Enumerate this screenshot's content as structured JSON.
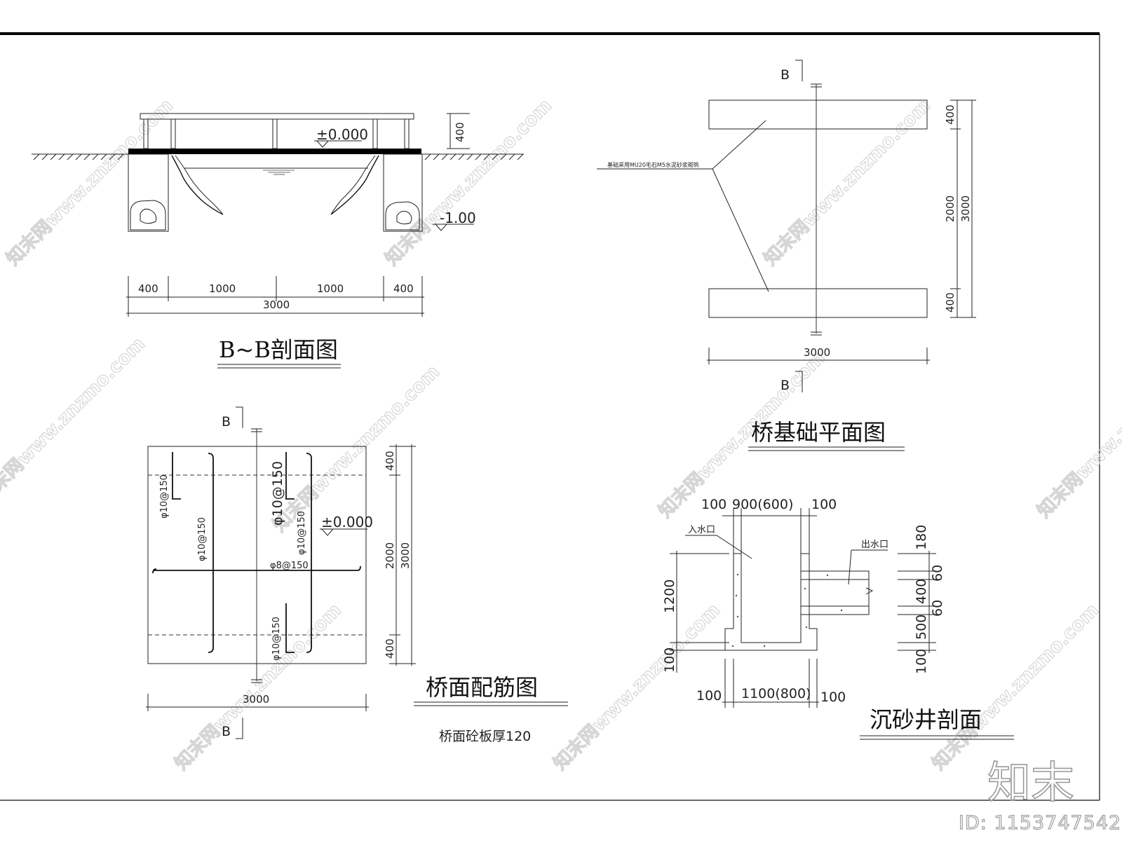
{
  "watermark": {
    "text": "知末网www.znzmo.com"
  },
  "branding": {
    "logo": "知末",
    "id_label": "ID: 1153747542"
  },
  "bb_section": {
    "title": "B~B剖面图",
    "elevation_top": "±0.000",
    "elevation_bottom": "-1.00",
    "dim_rail": "400",
    "dims_segments": [
      "400",
      "1000",
      "1000",
      "400"
    ],
    "dim_total": "3000"
  },
  "foundation_plan": {
    "title": "桥基础平面图",
    "section_mark_top": "B",
    "section_mark_bottom": "B",
    "note": "基础采用MU20毛石M5水泥砂浆砌筑",
    "dims_side": [
      "400",
      "2000",
      "400"
    ],
    "dim_side_total": "3000",
    "dim_bottom": "3000"
  },
  "rebar_plan": {
    "title": "桥面配筋图",
    "subtitle": "桥面砼板厚120",
    "section_mark_top": "B",
    "section_mark_bottom": "B",
    "elevation": "±0.000",
    "rebar_labels": [
      "φ10@150",
      "φ10@150",
      "φ10@150",
      "φ10@150",
      "φ8@150",
      "φ10@150"
    ],
    "dims_side": [
      "400",
      "2000",
      "400"
    ],
    "dim_side_total": "3000",
    "dim_bottom": "3000"
  },
  "sand_well": {
    "title": "沉砂井剖面",
    "inlet_label": "入水口",
    "outlet_label": "出水口",
    "dims_top": [
      "100",
      "900(600)",
      "100"
    ],
    "dims_bottom": [
      "100",
      "1100(800)",
      "100"
    ],
    "dim_left_height": "1200",
    "dim_left_bottom": "100",
    "dims_right": [
      "180",
      "60",
      "400",
      "60",
      "500",
      "100"
    ]
  }
}
